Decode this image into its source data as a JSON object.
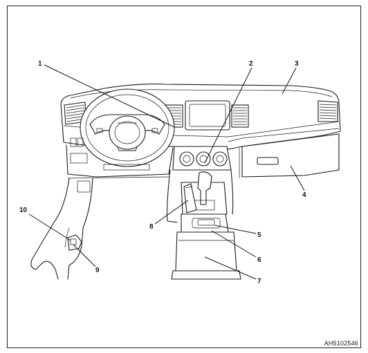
{
  "figure": {
    "reference_code": "AH5102546",
    "callouts": [
      {
        "id": "1",
        "label": "1"
      },
      {
        "id": "2",
        "label": "2"
      },
      {
        "id": "3",
        "label": "3"
      },
      {
        "id": "4",
        "label": "4"
      },
      {
        "id": "5",
        "label": "5"
      },
      {
        "id": "6",
        "label": "6"
      },
      {
        "id": "7",
        "label": "7"
      },
      {
        "id": "8",
        "label": "8"
      },
      {
        "id": "9",
        "label": "9"
      },
      {
        "id": "10",
        "label": "10"
      }
    ]
  }
}
